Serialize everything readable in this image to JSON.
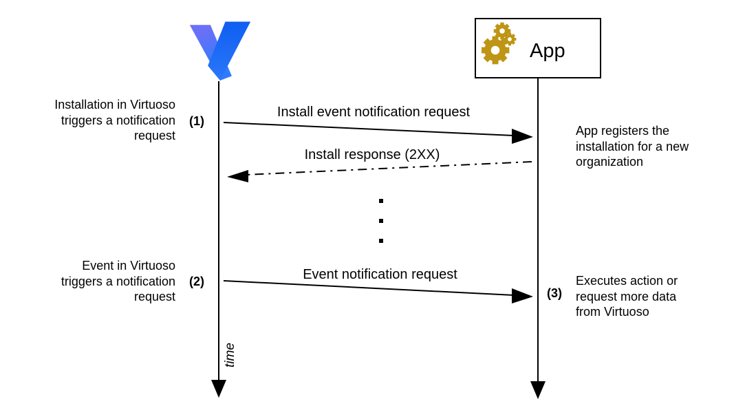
{
  "colors": {
    "background": "#FFFFFF",
    "line": "#000000",
    "v_left_top": "#6A70F7",
    "v_left_bottom": "#2E7CFC",
    "v_right_top": "#0F5EF0",
    "v_right_bottom": "#2B77FB",
    "gear_gold": "#BE9514"
  },
  "actors": {
    "virtuoso": {
      "icon": "virtuoso-v-icon"
    },
    "app": {
      "label": "App",
      "icon": "gears-icon"
    }
  },
  "messages": [
    {
      "step_label": "(1)",
      "label": "Install event notification request",
      "style": "solid",
      "direction": "left-to-right"
    },
    {
      "step_label": "",
      "label": "Install response (2XX)",
      "style": "dash-dot",
      "direction": "right-to-left"
    },
    {
      "step_label": "(2)",
      "label": "Event notification request",
      "style": "solid",
      "direction": "left-to-right"
    }
  ],
  "side_notes": {
    "left": [
      {
        "text": "Installation in Virtuoso\ntriggers a notification\nrequest"
      },
      {
        "text": "Event in Virtuoso\ntriggers a notification\nrequest"
      }
    ],
    "right": [
      {
        "text": "App registers the\ninstallation for a new\norganization"
      },
      {
        "step_label": "(3)",
        "text": "Executes action or\nrequest more data\nfrom Virtuoso"
      }
    ]
  },
  "time_axis_label": "time"
}
